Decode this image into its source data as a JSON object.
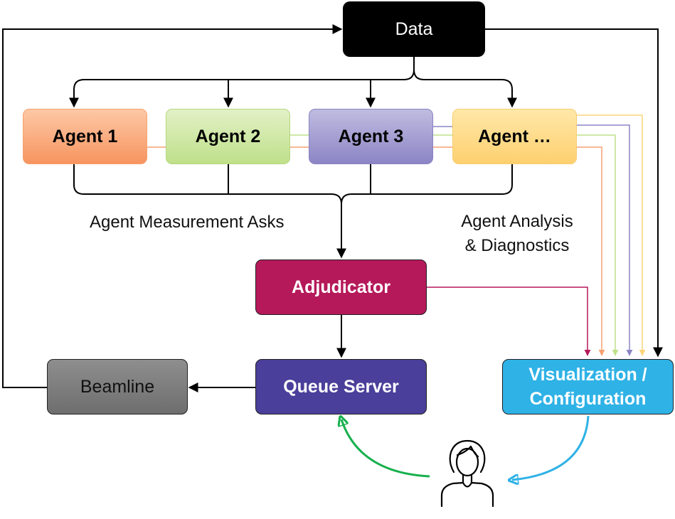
{
  "nodes": {
    "data": "Data",
    "agents": [
      "Agent 1",
      "Agent 2",
      "Agent 3",
      "Agent …"
    ],
    "adjudicator": "Adjudicator",
    "queue_server": "Queue Server",
    "beamline": "Beamline",
    "visualization": [
      "Visualization /",
      "Configuration"
    ]
  },
  "labels": {
    "measurement_asks": "Agent Measurement Asks",
    "analysis": [
      "Agent Analysis",
      "& Diagnostics"
    ]
  },
  "icons": {
    "user": "person-icon"
  },
  "colors": {
    "data": "#000000",
    "agent_1": "#f7945f",
    "agent_2": "#bfe08a",
    "agent_3": "#8b85c5",
    "agent_4": "#fdd070",
    "adjudicator": "#b5195a",
    "queue_server": "#4a3f9a",
    "beamline": "#7f7f7f",
    "visualization": "#2fb2e6",
    "human_to_queue": "#17b04e",
    "vis_to_human": "#2fb2e6"
  }
}
